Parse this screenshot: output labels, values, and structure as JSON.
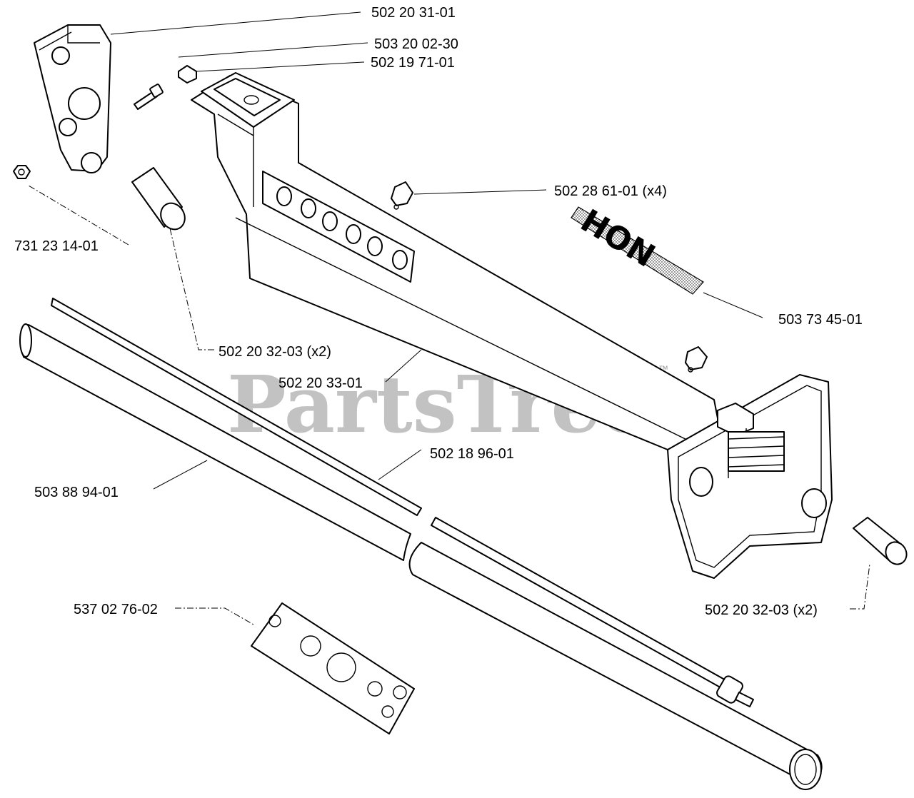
{
  "watermark": {
    "text": "PartsTree",
    "trademark": "™"
  },
  "parts": [
    {
      "id": "p1",
      "number": "502 20 31-01"
    },
    {
      "id": "p2",
      "number": "503 20 02-30"
    },
    {
      "id": "p3",
      "number": "502 19 71-01"
    },
    {
      "id": "p4",
      "number": "502 28 61-01 (x4)"
    },
    {
      "id": "p5",
      "number": "731 23 14-01"
    },
    {
      "id": "p6",
      "number": "503 73 45-01"
    },
    {
      "id": "p7",
      "number": "502 20 32-03 (x2)"
    },
    {
      "id": "p8",
      "number": "502 20 33-01"
    },
    {
      "id": "p9",
      "number": "502 18 96-01"
    },
    {
      "id": "p10",
      "number": "503 88 94-01"
    },
    {
      "id": "p11",
      "number": "502 20 32-03 (x2)"
    },
    {
      "id": "p12",
      "number": "537 02 76-02"
    }
  ],
  "decal_text": "HON"
}
